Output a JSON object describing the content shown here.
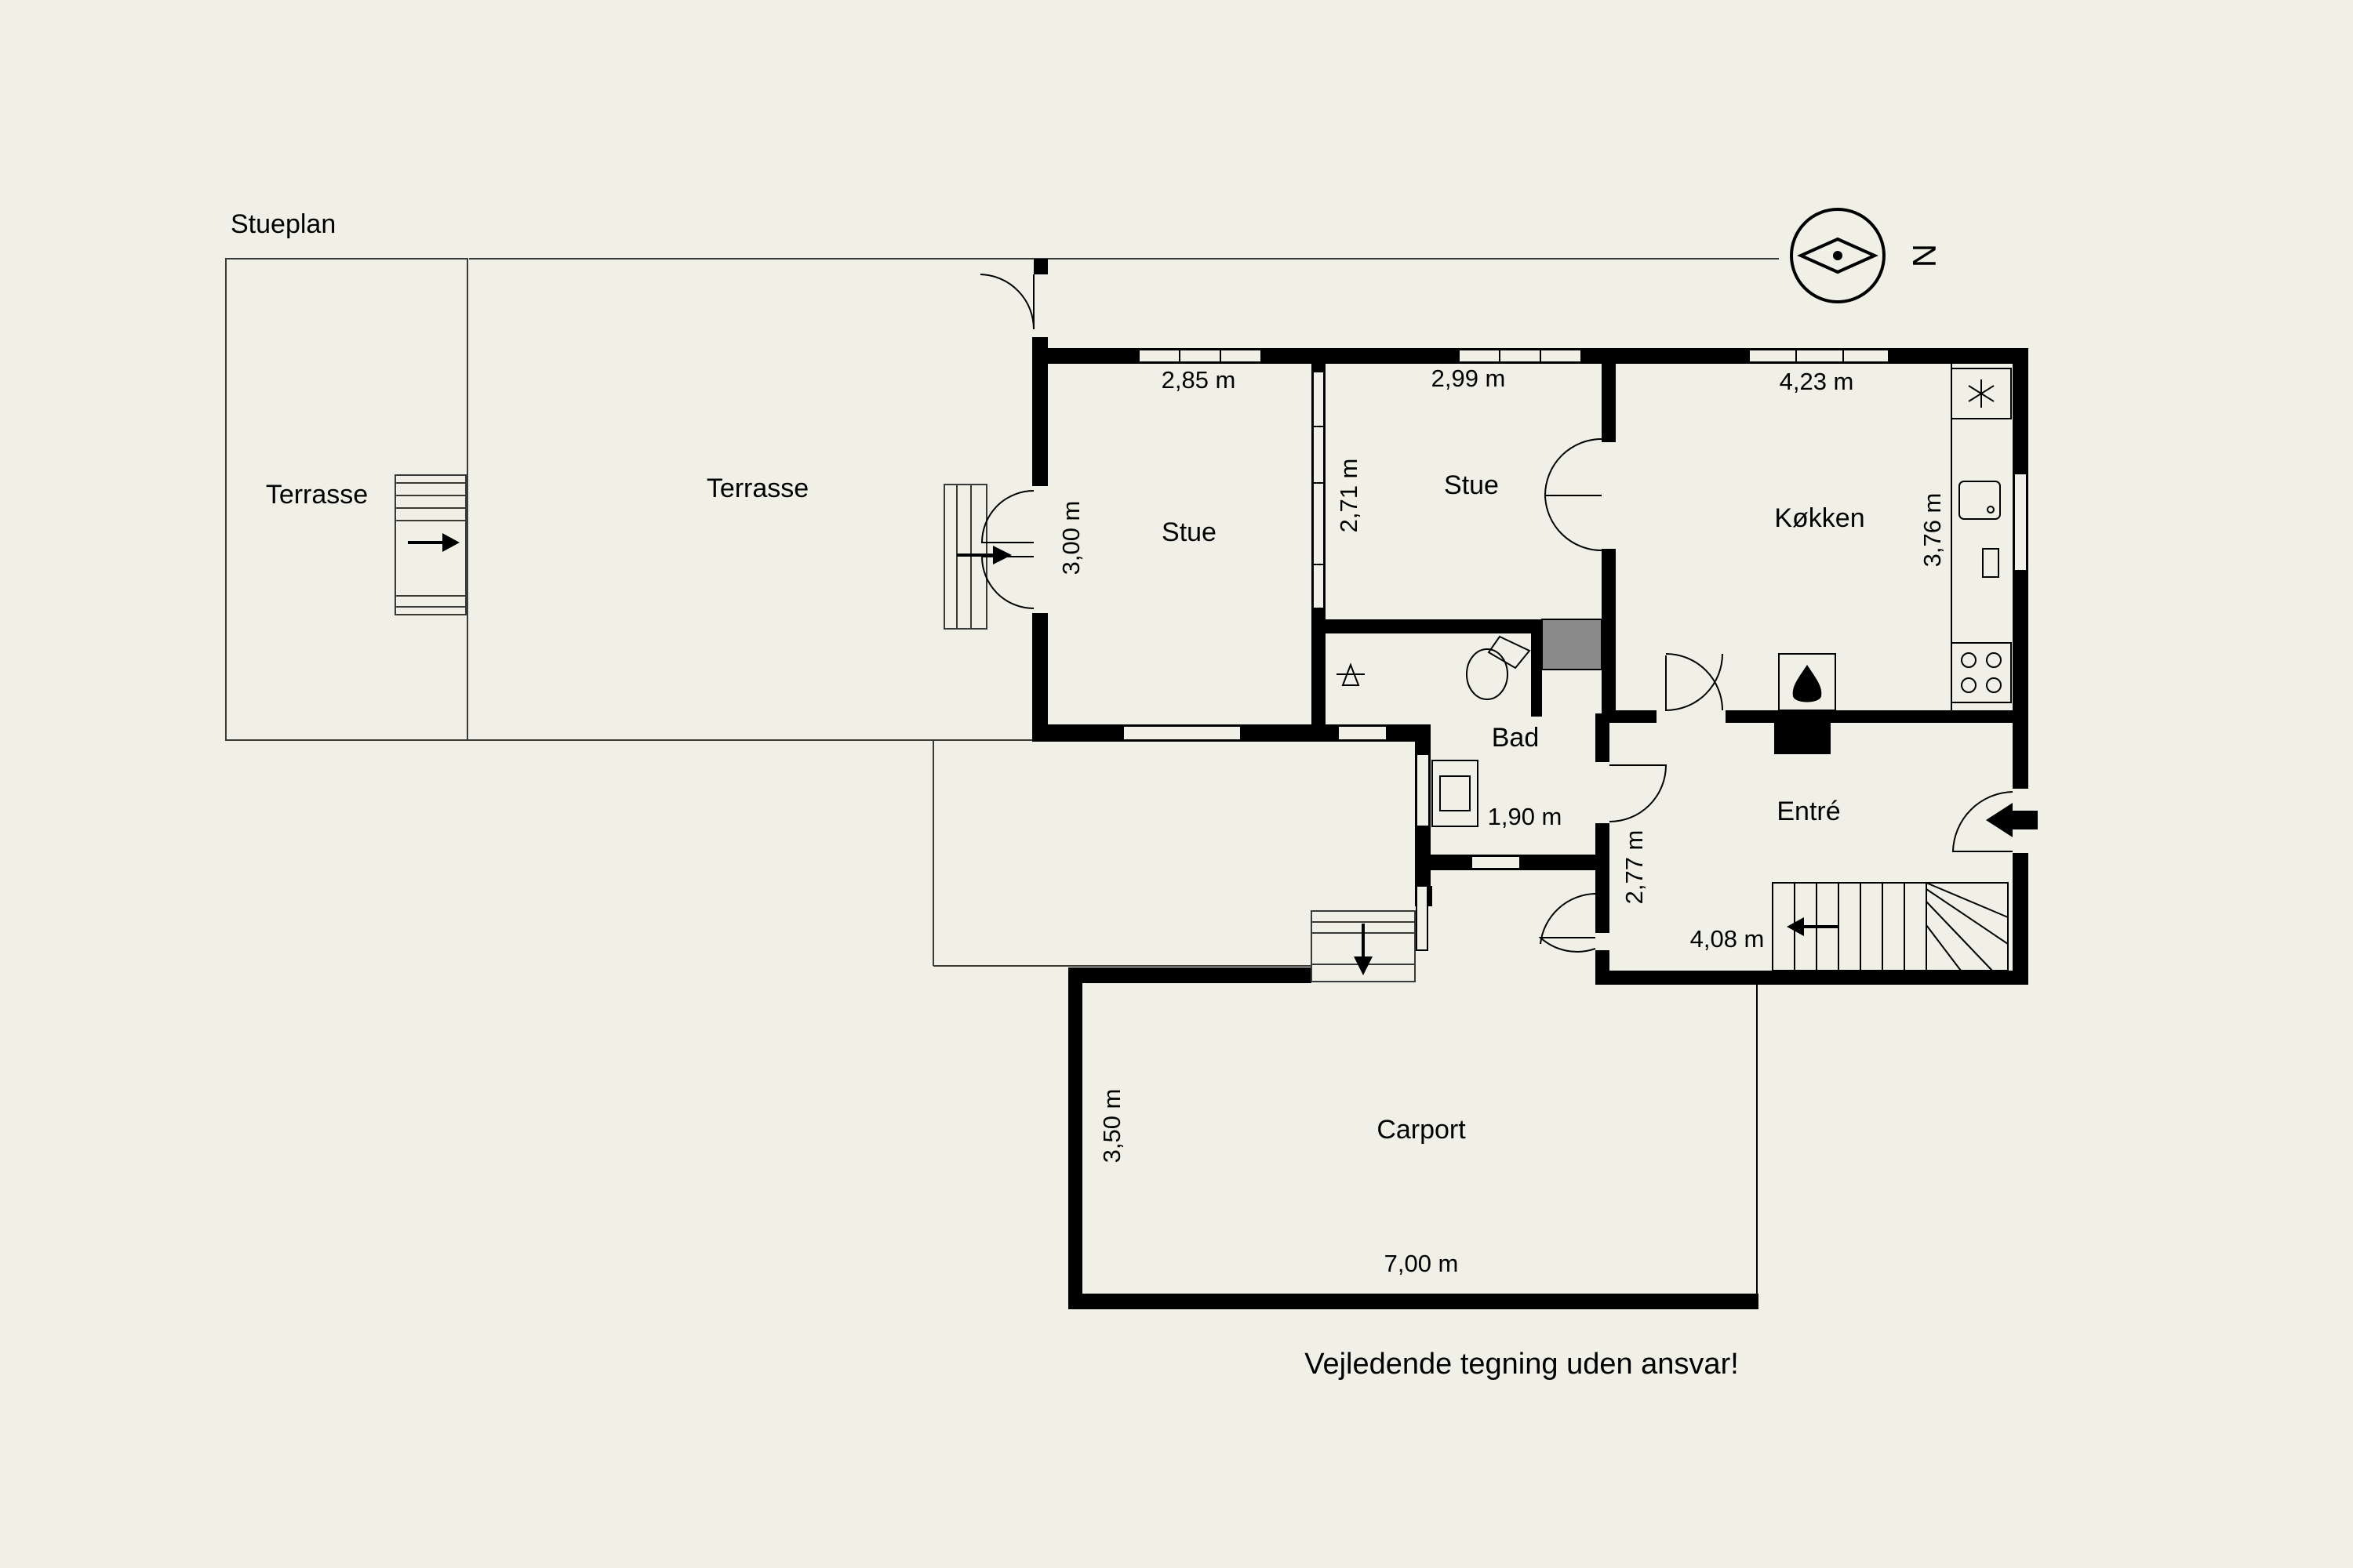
{
  "plan": {
    "title": "Stueplan",
    "north_label": "N",
    "disclaimer": "Vejledende tegning uden ansvar!",
    "rooms": {
      "terrasse_left": "Terrasse",
      "terrasse_main": "Terrasse",
      "stue_1": "Stue",
      "stue_2": "Stue",
      "kokken": "Køkken",
      "bad": "Bad",
      "entre": "Entré",
      "carport": "Carport"
    },
    "dimensions": {
      "stue_1_width": "2,85 m",
      "stue_1_depth": "3,00 m",
      "stue_2_width": "2,99 m",
      "stue_2_depth": "2,71 m",
      "kokken_width": "4,23 m",
      "kokken_depth": "3,76 m",
      "bad_width": "1,90 m",
      "entre_depth": "2,77 m",
      "entre_width": "4,08 m",
      "carport_depth": "3,50 m",
      "carport_width": "7,00 m"
    }
  }
}
